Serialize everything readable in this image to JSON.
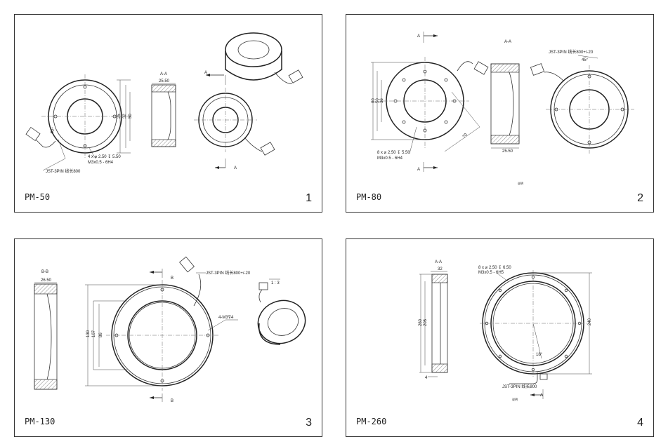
{
  "panels": [
    {
      "model": "PM-50",
      "number": "1",
      "section_label": "A-A",
      "cut_marker": "A",
      "dims": {
        "width": "25.50",
        "d1": "25",
        "d2": "32",
        "d3": "50",
        "angle": "60°",
        "holes": "4 x ⌀ 2.50 ↧ 5.50",
        "thread": "M3x0.5 - 6H4",
        "cable": "JST-3PIN 线长800"
      }
    },
    {
      "model": "PM-80",
      "number": "2",
      "section_label": "A-A",
      "cut_marker": "A",
      "dims": {
        "d1": "80",
        "d2": "50",
        "d3": "36",
        "diag": "70",
        "holes": "8 x ⌀ 2.50 ↧ 5.50",
        "thread": "M3x0.5 - 6H4",
        "width": "25.50",
        "cable": "JST-3PIN 线长800+/-20",
        "angle": "45°",
        "note": "说明"
      }
    },
    {
      "model": "PM-130",
      "number": "3",
      "section_label": "B-B",
      "cut_marker": "B",
      "dims": {
        "width": "26.50",
        "d1": "130",
        "d2": "107",
        "d3": "86",
        "thread": "4-M3⊽4",
        "cable": "JST-3PIN 线长800+/-20",
        "scale": "1 : 3"
      }
    },
    {
      "model": "PM-260",
      "number": "4",
      "section_label": "A-A",
      "cut_marker": "A",
      "dims": {
        "width": "32",
        "d1": "260",
        "d2": "205",
        "d3": "240",
        "step": "4",
        "holes": "8 x ⌀ 2.50 ↧ 6.50",
        "thread": "M3x0.5 - 6H5",
        "angle": "18°",
        "cable": "JST-3PIN 线长800",
        "note": "说明"
      }
    }
  ]
}
